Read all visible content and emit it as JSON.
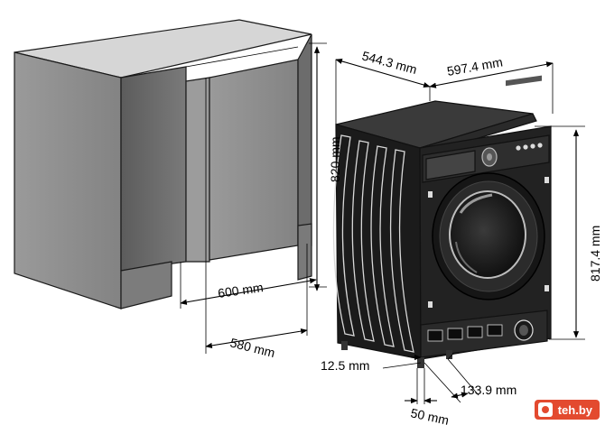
{
  "diagram": {
    "dimensions": {
      "width_top": "597.4 mm",
      "depth_top": "544.3 mm",
      "cabinet_height": "820 mm",
      "machine_height": "817.4 mm",
      "cabinet_depth": "600 mm",
      "cabinet_width": "580 mm",
      "foot_offset": "12.5 mm",
      "foot_depth": "50 mm",
      "plinth_height": "133.9 mm"
    },
    "watermark": {
      "text": "teh.by",
      "icon": "brand-logo-icon",
      "color": "#e34a2f"
    },
    "colors": {
      "cabinet_front": "#8c8c8c",
      "cabinet_side": "#6e6e6e",
      "cabinet_top": "#d4d4d4",
      "machine_body": "#1f1f1f",
      "lines": "#000000"
    }
  }
}
